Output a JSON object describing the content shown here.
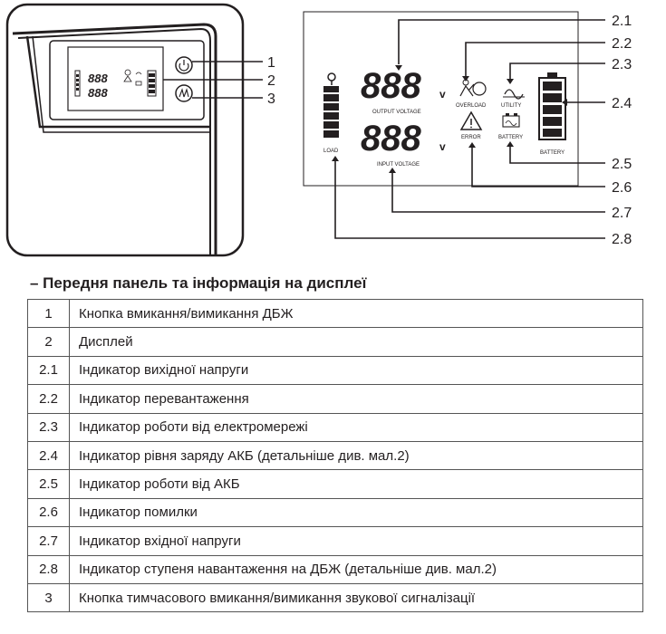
{
  "title": "– Передня панель та інформація на дисплеї",
  "display": {
    "digits": "888",
    "volt_unit": "v",
    "output_voltage_label": "OUTPUT VOLTAGE",
    "input_voltage_label": "INPUT VOLTAGE",
    "overload_label": "OVERLOAD",
    "error_label": "ERROR",
    "utility_label": "UTILITY",
    "battery_small_label": "BATTERY",
    "battery_label": "BATTERY",
    "load_label": "LOAD"
  },
  "callouts": {
    "c1": "1",
    "c2": "2",
    "c3": "3",
    "c21": "2.1",
    "c22": "2.2",
    "c23": "2.3",
    "c24": "2.4",
    "c25": "2.5",
    "c26": "2.6",
    "c27": "2.7",
    "c28": "2.8"
  },
  "table": [
    {
      "num": "1",
      "desc": "Кнопка вмикання/вимикання ДБЖ"
    },
    {
      "num": "2",
      "desc": "Дисплей"
    },
    {
      "num": "2.1",
      "desc": "Індикатор вихідної напруги"
    },
    {
      "num": "2.2",
      "desc": "Індикатор перевантаження"
    },
    {
      "num": "2.3",
      "desc": "Індикатор роботи від електромережі"
    },
    {
      "num": "2.4",
      "desc": "Індикатор рівня заряду АКБ (детальніше див. мал.2)"
    },
    {
      "num": "2.5",
      "desc": "Індикатор роботи від АКБ"
    },
    {
      "num": "2.6",
      "desc": "Індикатор помилки"
    },
    {
      "num": "2.7",
      "desc": "Індикатор вхідної напруги"
    },
    {
      "num": "2.8",
      "desc": "Індикатор ступеня навантаження на ДБЖ (детальніше див. мал.2)"
    },
    {
      "num": "3",
      "desc": "Кнопка тимчасового вмикання/вимикання звукової сигналізації"
    }
  ]
}
